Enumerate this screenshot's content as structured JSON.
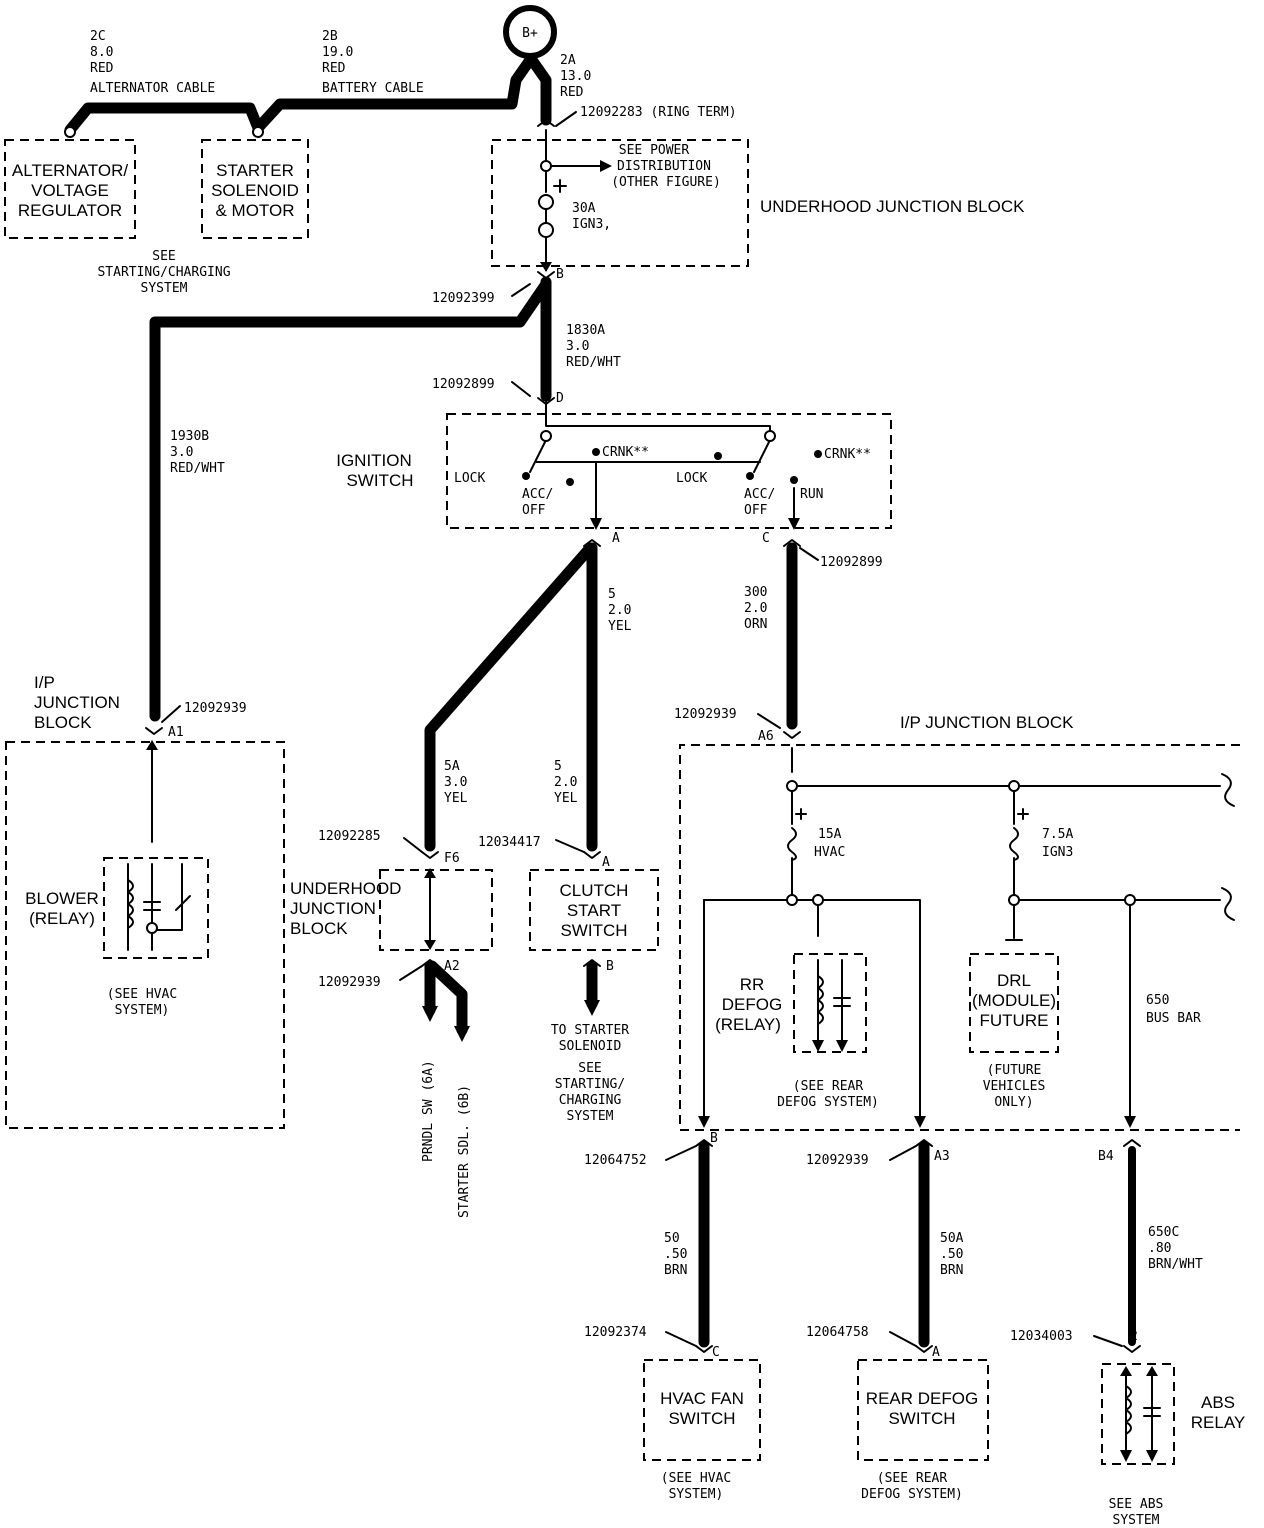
{
  "battery": {
    "label": "B+"
  },
  "wires": {
    "w2c": [
      "2C",
      "8.0",
      "RED",
      "ALTERNATOR CABLE"
    ],
    "w2b": [
      "2B",
      "19.0",
      "RED",
      "BATTERY CABLE"
    ],
    "w2a": [
      "2A",
      "13.0",
      "RED"
    ],
    "w1830a": [
      "1830A",
      "3.0",
      "RED/WHT"
    ],
    "w1930b": [
      "1930B",
      "3.0",
      "RED/WHT"
    ],
    "w5": [
      "5",
      "2.0",
      "YEL"
    ],
    "w5a": [
      "5A",
      "3.0",
      "YEL"
    ],
    "w5b": [
      "5",
      "2.0",
      "YEL"
    ],
    "w300": [
      "300",
      "2.0",
      "ORN"
    ],
    "w650": [
      "650",
      "BUS BAR"
    ],
    "w50": [
      "50",
      ".50",
      "BRN"
    ],
    "w50a": [
      "50A",
      ".50",
      "BRN"
    ],
    "w650c": [
      "650C",
      ".80",
      "BRN/WHT"
    ]
  },
  "connectors": {
    "ring_term": "12092283 (RING TERM)",
    "c_b_top": "12092399",
    "c_d": "12092899",
    "c_c": "12092899",
    "c_a1": "12092939",
    "c_a6": "12092939",
    "c_f6": "12092285",
    "c_clutch": "12034417",
    "c_a2": "12092939",
    "c_b_hvac": "12064752",
    "c_a3": "12092939",
    "c_hvac_sw": "12092374",
    "c_defog_sw": "12064758",
    "c_abs": "12034003"
  },
  "pins": {
    "b_top": "B",
    "d": "D",
    "a": "A",
    "c": "C",
    "a1": "A1",
    "a6": "A6",
    "f6": "F6",
    "a2": "A2",
    "clutch_a": "A",
    "clutch_b": "B",
    "b_hvac": "B",
    "a3": "A3",
    "b4": "B4",
    "hvac_c": "C",
    "defog_a": "A",
    "abs_2": "2"
  },
  "components": {
    "alternator": [
      "ALTERNATOR/",
      "VOLTAGE",
      "REGULATOR"
    ],
    "starter": [
      "STARTER",
      "SOLENOID",
      "& MOTOR"
    ],
    "see_starting": [
      "SEE",
      "STARTING/CHARGING",
      "SYSTEM"
    ],
    "underhood_title": "UNDERHOOD JUNCTION BLOCK",
    "see_power": [
      "SEE POWER",
      "DISTRIBUTION",
      "(OTHER FIGURE)"
    ],
    "fuse_ign3_30": [
      "30A",
      "IGN3,"
    ],
    "ignition_title": [
      "IGNITION",
      "SWITCH"
    ],
    "ign_lock": "LOCK",
    "ign_crnk": "CRNK**",
    "ign_acc": [
      "ACC/",
      "OFF"
    ],
    "ign_run": "RUN",
    "ip_jb_left": [
      "I/P",
      "JUNCTION",
      "BLOCK"
    ],
    "blower": [
      "BLOWER",
      "(RELAY)"
    ],
    "see_hvac_1": [
      "(SEE HVAC",
      "SYSTEM)"
    ],
    "uh_jb_mid": [
      "UNDERHOOD",
      "JUNCTION",
      "BLOCK"
    ],
    "clutch": [
      "CLUTCH",
      "START",
      "SWITCH"
    ],
    "to_starter": [
      "TO STARTER",
      "SOLENOID"
    ],
    "see_starting_2": [
      "SEE",
      "STARTING/",
      "CHARGING",
      "SYSTEM"
    ],
    "prndl": "PRNDL SW (6A)",
    "starter_sdl": "STARTER SDL. (6B)",
    "ip_jb_right": "I/P JUNCTION BLOCK",
    "fuse_15a": [
      "15A",
      "HVAC"
    ],
    "fuse_75a": [
      "7.5A",
      "IGN3"
    ],
    "rr_defog": [
      "RR",
      "DEFOG",
      "(RELAY)"
    ],
    "see_rear_defog_1": [
      "(SEE REAR",
      "DEFOG SYSTEM)"
    ],
    "drl": [
      "DRL",
      "(MODULE)",
      "FUTURE"
    ],
    "future_vehicles": [
      "(FUTURE",
      "VEHICLES",
      "ONLY)"
    ],
    "hvac_fan": [
      "HVAC FAN",
      "SWITCH"
    ],
    "see_hvac_2": [
      "(SEE HVAC",
      "SYSTEM)"
    ],
    "rear_defog_sw": [
      "REAR DEFOG",
      "SWITCH"
    ],
    "see_rear_defog_2": [
      "(SEE REAR",
      "DEFOG SYSTEM)"
    ],
    "abs_relay": [
      "ABS",
      "RELAY"
    ],
    "see_abs": [
      "SEE ABS",
      "SYSTEM"
    ]
  }
}
